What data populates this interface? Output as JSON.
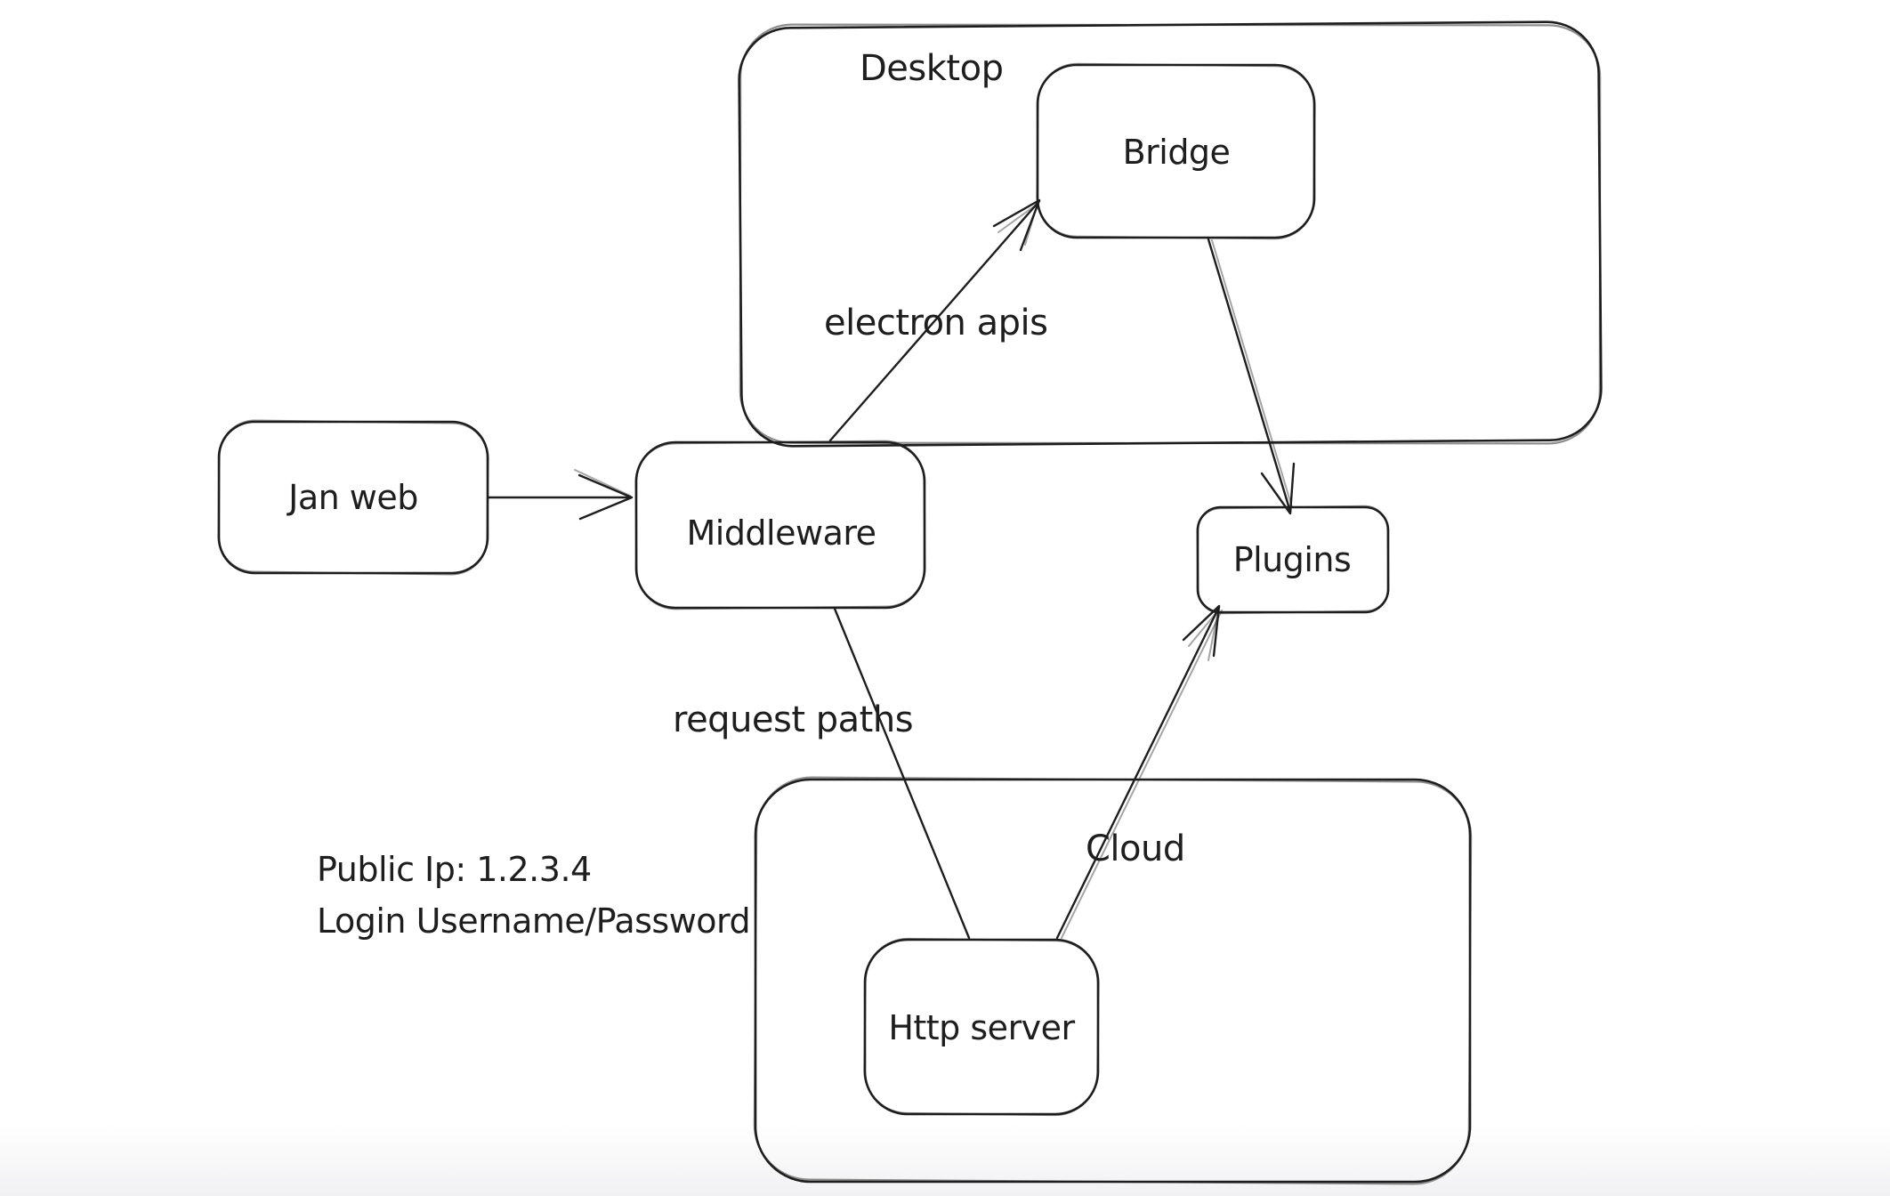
{
  "diagram": {
    "colors": {
      "stroke": "#1e1e1e",
      "background": "#ffffff"
    },
    "containers": [
      {
        "id": "desktop",
        "label": "Desktop"
      },
      {
        "id": "cloud",
        "label": "Cloud"
      }
    ],
    "nodes": [
      {
        "id": "jan-web",
        "label": "Jan web"
      },
      {
        "id": "middleware",
        "label": "Middleware"
      },
      {
        "id": "bridge",
        "label": "Bridge"
      },
      {
        "id": "plugins",
        "label": "Plugins"
      },
      {
        "id": "http-server",
        "label": "Http server"
      }
    ],
    "edges": [
      {
        "id": "jan-web-to-middleware",
        "from": "Jan web",
        "to": "Middleware",
        "label": ""
      },
      {
        "id": "middleware-to-bridge",
        "from": "Middleware",
        "to": "Bridge",
        "label": "electron apis"
      },
      {
        "id": "bridge-to-plugins",
        "from": "Bridge",
        "to": "Plugins",
        "label": ""
      },
      {
        "id": "middleware-to-http-server",
        "from": "Middleware",
        "to": "Http server",
        "label": "request paths"
      },
      {
        "id": "http-server-to-plugins",
        "from": "Http server",
        "to": "Plugins",
        "label": ""
      }
    ],
    "annotations": [
      {
        "id": "public-ip",
        "text": "Public Ip: 1.2.3.4"
      },
      {
        "id": "login",
        "text": "Login Username/Password"
      }
    ]
  }
}
